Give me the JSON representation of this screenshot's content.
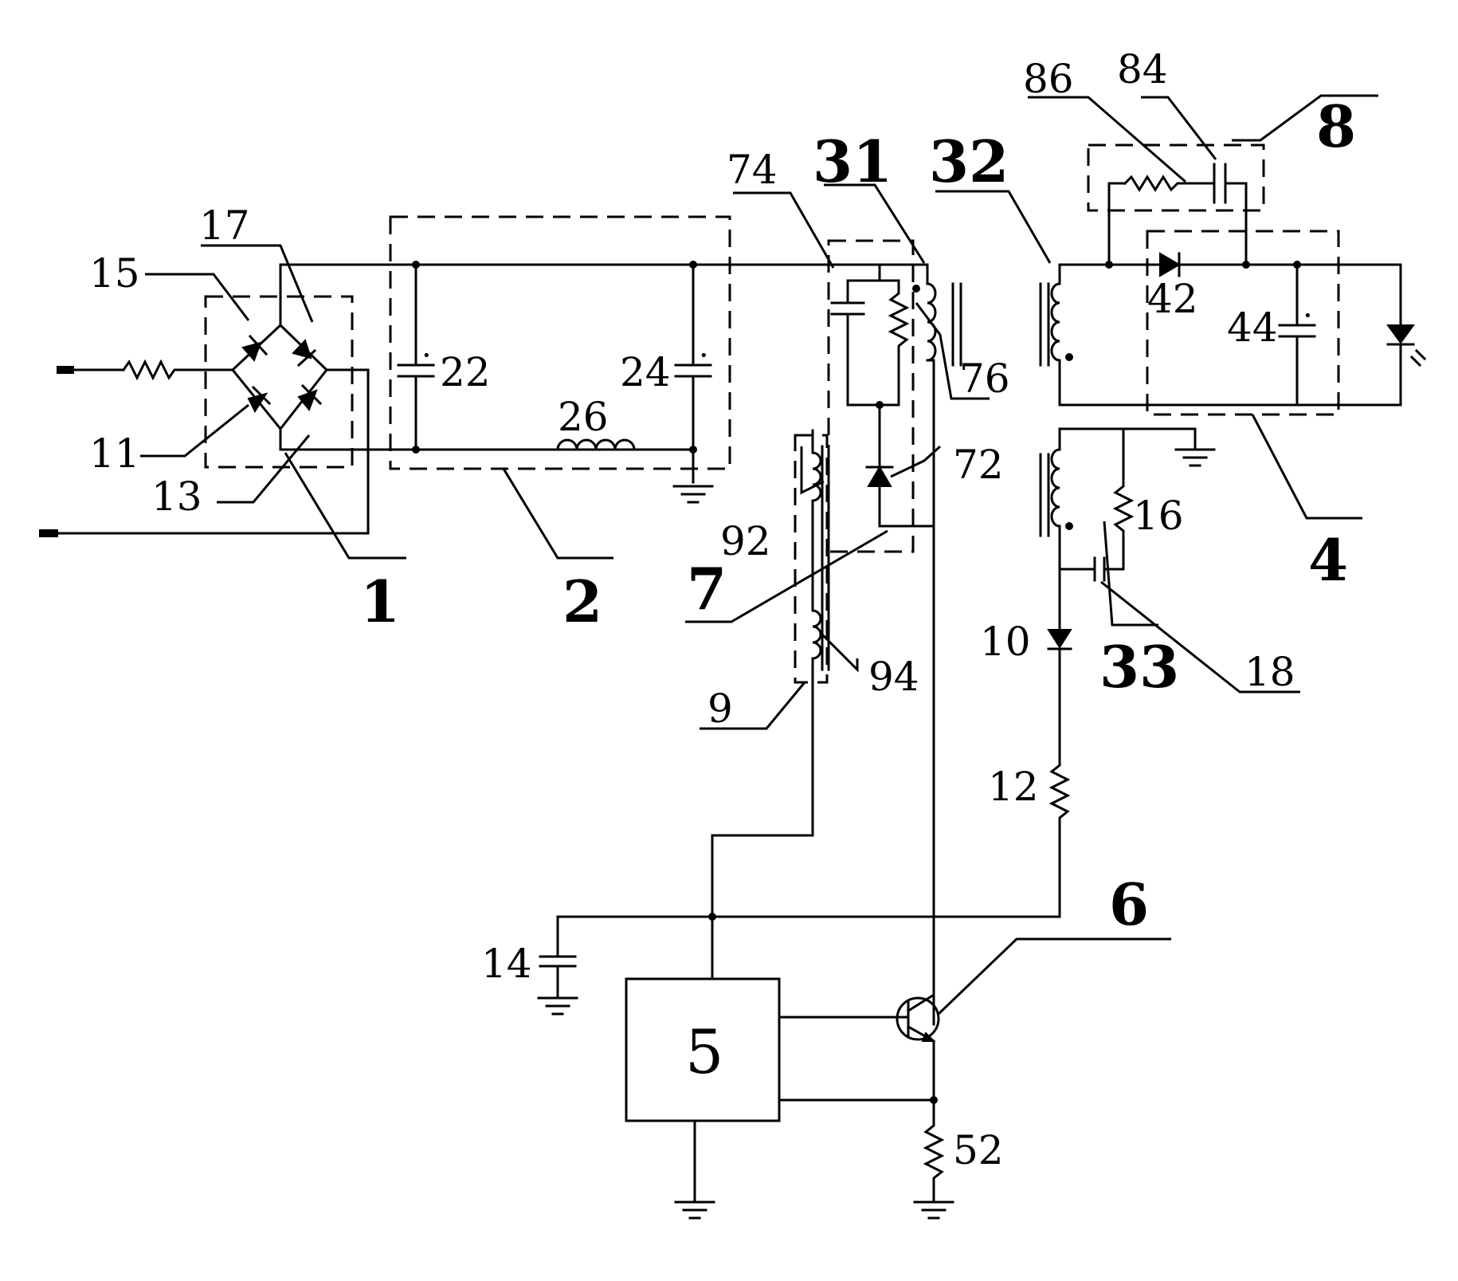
{
  "labels": {
    "n1": "1",
    "n2": "2",
    "n4": "4",
    "n5": "5",
    "n6": "6",
    "n7": "7",
    "n8": "8",
    "n9": "9",
    "n10": "10",
    "n11": "11",
    "n12": "12",
    "n13": "13",
    "n14": "14",
    "n15": "15",
    "n16": "16",
    "n17": "17",
    "n18": "18",
    "n22": "22",
    "n24": "24",
    "n26": "26",
    "n31": "31",
    "n32": "32",
    "n33": "33",
    "n42": "42",
    "n44": "44",
    "n52": "52",
    "n72": "72",
    "n74": "74",
    "n76": "76",
    "n84": "84",
    "n86": "86",
    "n92": "92",
    "n94": "94"
  }
}
